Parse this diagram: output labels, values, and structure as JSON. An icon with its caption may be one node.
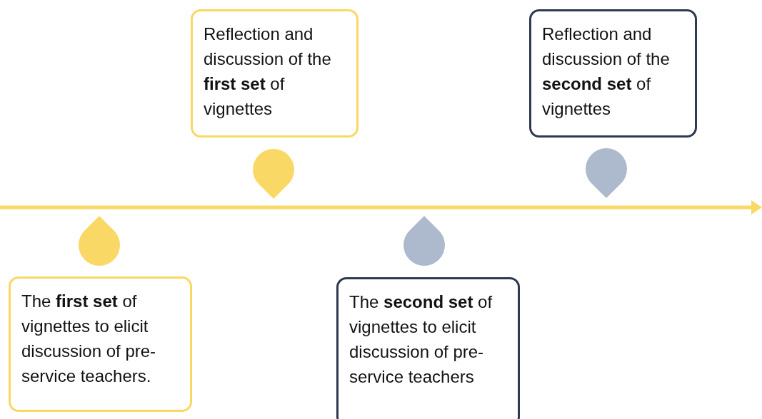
{
  "diagram": {
    "nodes": [
      {
        "text": [
          "The **first set** of vignettes to elicit discussion of pre-service teachers."
        ]
      },
      {
        "text": [
          "Reflection and discussion of the **first set** of vignettes"
        ]
      },
      {
        "text": [
          "The **second set** of vignettes to elicit discussion of pre-service teachers"
        ]
      },
      {
        "text": [
          "Reflection and discussion of the **second set** of vignettes"
        ]
      }
    ]
  }
}
